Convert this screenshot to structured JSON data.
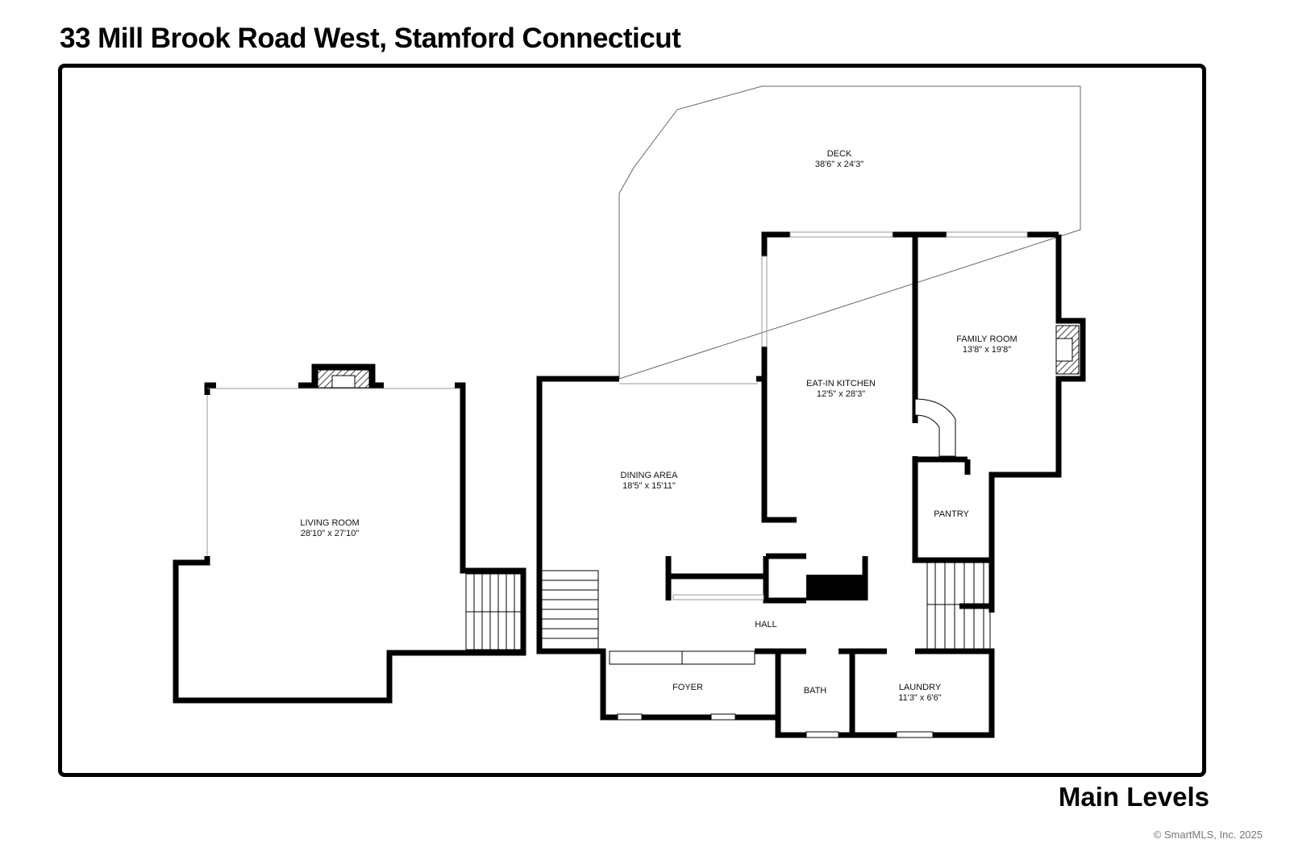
{
  "header": {
    "title": "33 Mill Brook Road West, Stamford Connecticut"
  },
  "rooms": {
    "deck": {
      "name": "DECK",
      "dims": "38'6\" x 24'3\""
    },
    "family_room": {
      "name": "FAMILY ROOM",
      "dims": "13'8\" x 19'8\""
    },
    "eat_in_kitchen": {
      "name": "EAT-IN KITCHEN",
      "dims": "12'5\" x 28'3\""
    },
    "dining_area": {
      "name": "DINING AREA",
      "dims": "18'5\" x 15'11\""
    },
    "living_room": {
      "name": "LIVING ROOM",
      "dims": "28'10\" x 27'10\""
    },
    "pantry": {
      "name": "PANTRY"
    },
    "hall": {
      "name": "HALL"
    },
    "foyer": {
      "name": "FOYER"
    },
    "bath": {
      "name": "BATH"
    },
    "laundry": {
      "name": "LAUNDRY",
      "dims": "11'3\" x 6'6\""
    }
  },
  "footer": {
    "level": "Main Levels",
    "copyright": "© SmartMLS, Inc.  2025"
  },
  "colors": {
    "wall": "#000000",
    "background": "#ffffff",
    "copyright": "#777777"
  }
}
